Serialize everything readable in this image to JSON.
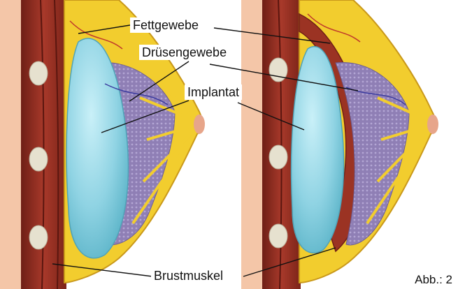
{
  "labels": {
    "fat": "Fettgewebe",
    "gland": "Drüsengewebe",
    "implant": "Implantat",
    "muscle": "Brustmuskel",
    "figure": "Abb.: 2"
  },
  "colors": {
    "muscle": "#8e2a1f",
    "fat": "#f2cd2e",
    "gland": "#8f7fb5",
    "implant": "#8fd3e3",
    "skin": "#f4c6a8",
    "rib": "#e6e1cf"
  }
}
